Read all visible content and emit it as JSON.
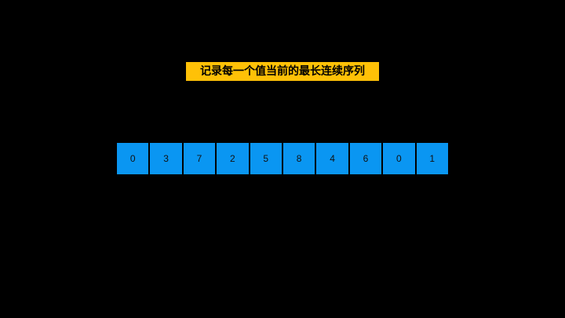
{
  "title": "记录每一个值当前的最长连续序列",
  "array": {
    "values": [
      "0",
      "3",
      "7",
      "2",
      "5",
      "8",
      "4",
      "6",
      "0",
      "1"
    ]
  },
  "colors": {
    "background": "#000000",
    "title_badge": "#FFC107",
    "cell_fill": "#0A96F2"
  }
}
